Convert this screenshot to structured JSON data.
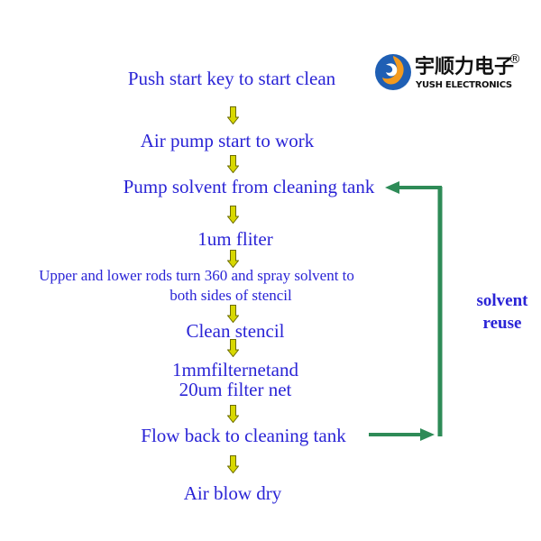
{
  "flowchart": {
    "steps": [
      "Push start key to start  clean",
      "Air pump start to work",
      "Pump solvent  from cleaning tank",
      "1um  fliter",
      "Upper and lower rods turn 360 and spray solvent  to",
      "both sides of stencil",
      "Clean stencil",
      "1mmfilternetand",
      "20um filter net",
      "Flow back to cleaning tank",
      "Air blow dry"
    ],
    "loop_label": [
      "solvent",
      "reuse"
    ]
  },
  "logo": {
    "name_cn": "宇顺力电子",
    "name_en": "YUSH ELECTRONICS",
    "registered_mark": "®"
  },
  "colors": {
    "text": "#2a24d6",
    "down_arrow_fill": "#d8d800",
    "down_arrow_stroke": "#6b6b00",
    "loop_arrow": "#2e8b57",
    "logo_blue": "#1f5fb4",
    "logo_orange": "#f39a1e"
  }
}
